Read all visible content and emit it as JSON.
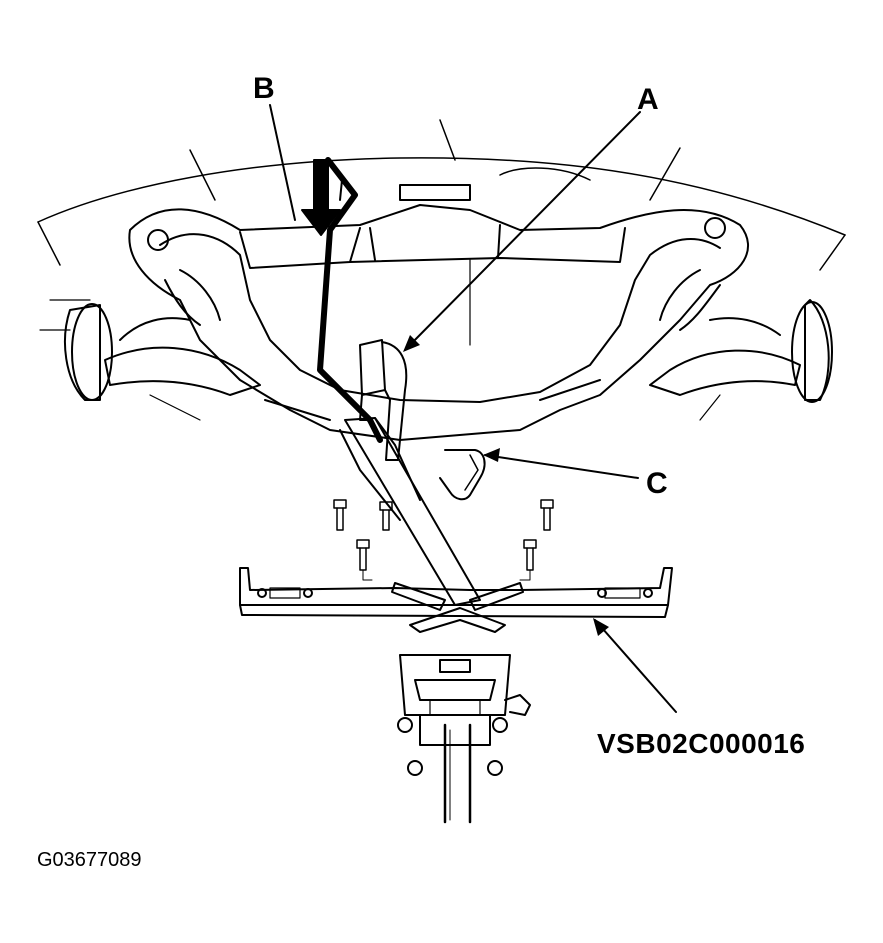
{
  "diagram": {
    "callouts": {
      "a": "A",
      "b": "B",
      "c": "C"
    },
    "tool_part_number": "VSB02C000016",
    "figure_id": "G03677089"
  },
  "colors": {
    "line": "#000000",
    "background": "#ffffff"
  }
}
